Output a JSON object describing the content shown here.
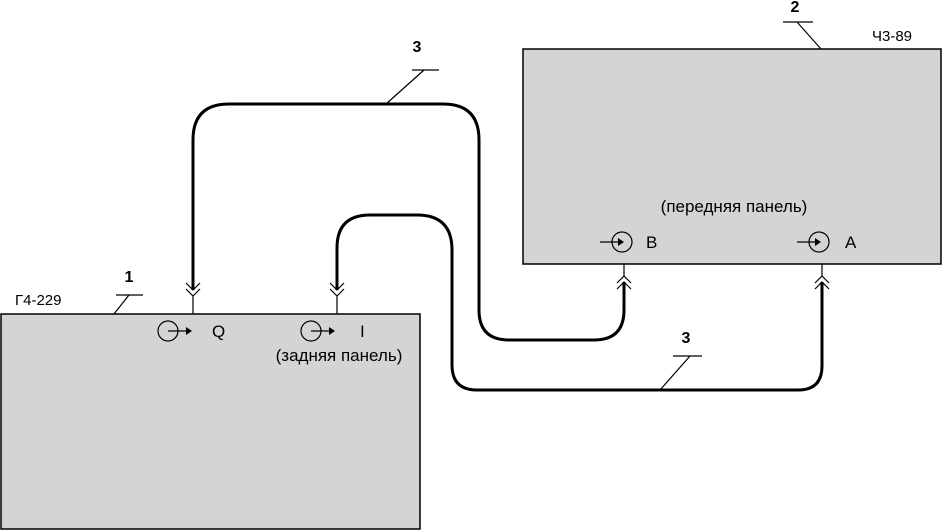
{
  "devices": {
    "generator": {
      "number": "1",
      "model": "Г4-229",
      "panel_label": "(задняя панель)",
      "port_q": "Q",
      "port_i": "I"
    },
    "counter": {
      "number": "2",
      "model": "Ч3-89",
      "panel_label": "(передняя панель)",
      "port_b": "B",
      "port_a": "A"
    }
  },
  "cables": {
    "number_top": "3",
    "number_bottom": "3"
  },
  "colors": {
    "device_fill": "#d4d4d4",
    "line": "#000000"
  },
  "icons": [
    "connector-output-icon",
    "connector-input-icon",
    "plug-arrow-icon"
  ]
}
